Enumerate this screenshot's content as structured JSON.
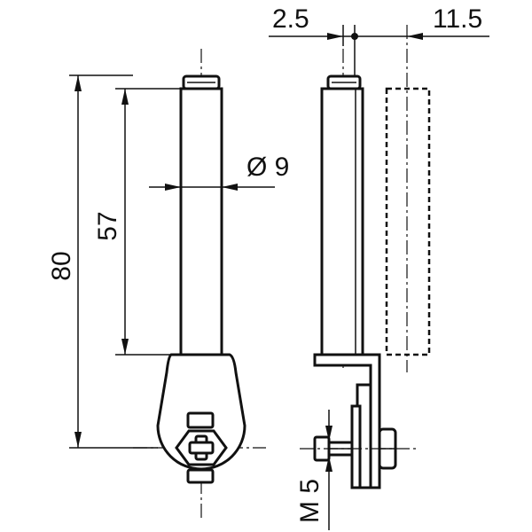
{
  "drawing": {
    "dimensions": {
      "offset_left": "2.5",
      "offset_right": "11.5",
      "shaft_diameter": "Ø 9",
      "total_length": "80",
      "shaft_length": "57",
      "thread": "M 5"
    }
  }
}
